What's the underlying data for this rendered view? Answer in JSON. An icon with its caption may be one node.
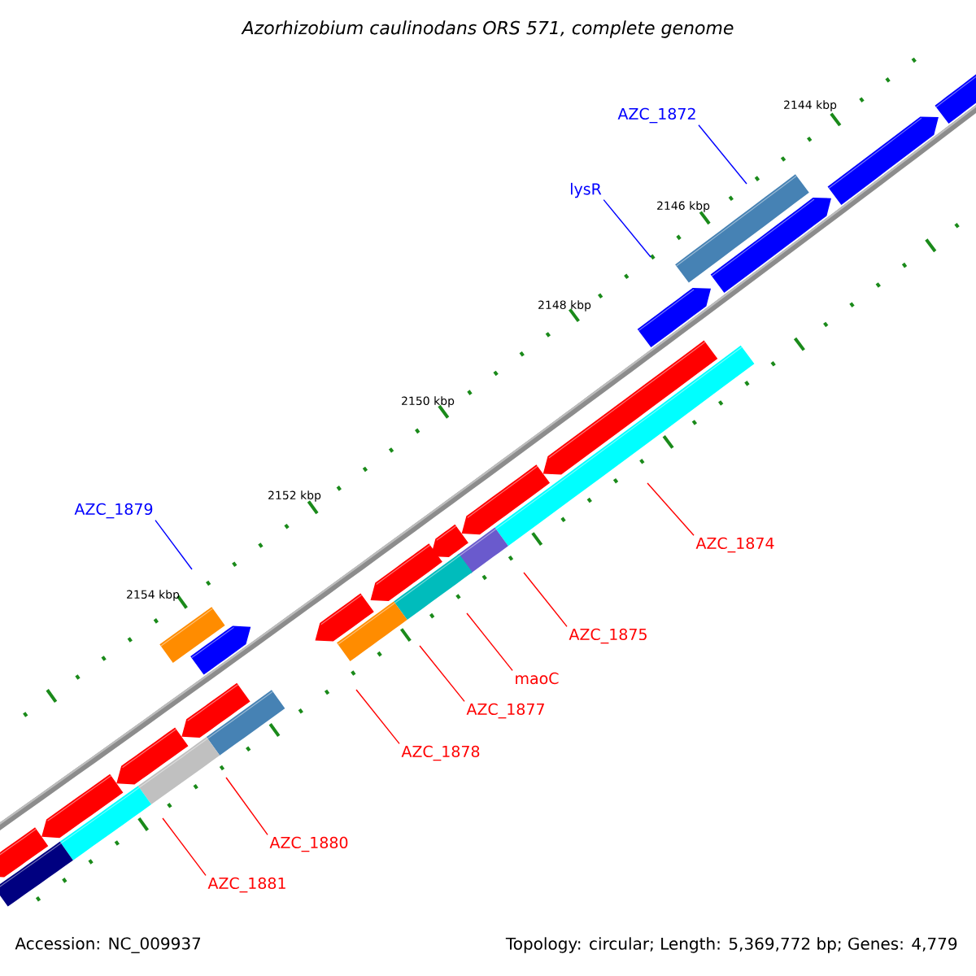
{
  "diagram": {
    "title": "Azorhizobium caulinodans ORS 571, complete genome",
    "nodes": [
      {
        "text": [
          "AZC_1872"
        ]
      },
      {
        "text": [
          "lysR"
        ]
      },
      {
        "text": [
          "AZC_1879"
        ]
      },
      {
        "text": [
          "AZC_1874"
        ]
      },
      {
        "text": [
          "AZC_1875"
        ]
      },
      {
        "text": [
          "maoC"
        ]
      },
      {
        "text": [
          "AZC_1877"
        ]
      },
      {
        "text": [
          "AZC_1878"
        ]
      },
      {
        "text": [
          "AZC_1880"
        ]
      },
      {
        "text": [
          "AZC_1881"
        ]
      }
    ],
    "edges": [
      {
        "from": 0,
        "to": null,
        "arrow": "none",
        "color": "#0000ff"
      },
      {
        "from": 1,
        "to": null,
        "arrow": "none",
        "color": "#0000ff"
      },
      {
        "from": 2,
        "to": null,
        "arrow": "none",
        "color": "#0000ff"
      },
      {
        "from": 3,
        "to": null,
        "arrow": "none"
      },
      {
        "from": 4,
        "to": null,
        "arrow": "none"
      },
      {
        "from": 5,
        "to": null,
        "arrow": "none"
      },
      {
        "from": 6,
        "to": null,
        "arrow": "none"
      },
      {
        "from": 7,
        "to": null,
        "arrow": "none"
      },
      {
        "from": 8,
        "to": null,
        "arrow": "none"
      },
      {
        "from": 9,
        "to": null,
        "arrow": "none"
      }
    ],
    "labels": [
      "2144 kbp",
      "2146 kbp",
      "2148 kbp",
      "2150 kbp",
      "2152 kbp",
      "2154 kbp",
      "Accession: NC_009937",
      "Topology: circular; Length: 5,369,772 bp; Genes: 4,779"
    ]
  }
}
